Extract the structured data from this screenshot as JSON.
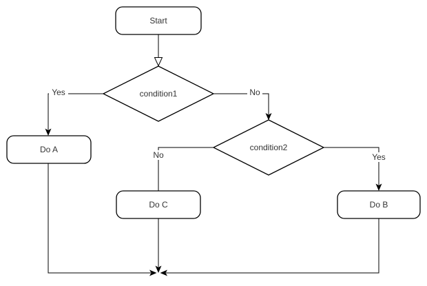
{
  "diagram": {
    "type": "flowchart",
    "nodes": {
      "start": "Start",
      "condition1": "condition1",
      "condition2": "condition2",
      "do_a": "Do A",
      "do_b": "Do B",
      "do_c": "Do C"
    },
    "edge_labels": {
      "condition1_yes": "Yes",
      "condition1_no": "No",
      "condition2_no": "No",
      "condition2_yes": "Yes"
    },
    "colors": {
      "canvas_background": "#ffffff",
      "shape_fill": "#ffffff",
      "shape_stroke": "#000000",
      "edge_stroke": "#000000",
      "text": "#333333"
    }
  }
}
